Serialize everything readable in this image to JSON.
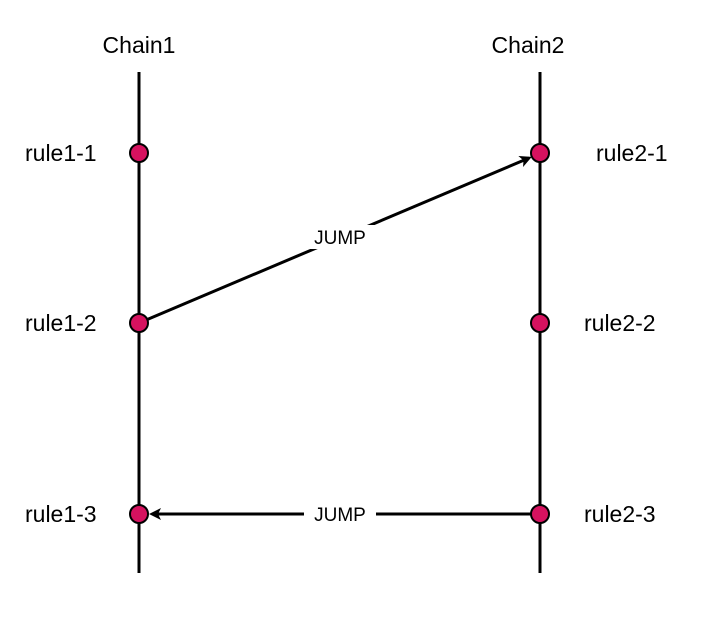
{
  "diagram": {
    "chains": [
      {
        "name": "Chain1",
        "rules": [
          "rule1-1",
          "rule1-2",
          "rule1-3"
        ]
      },
      {
        "name": "Chain2",
        "rules": [
          "rule2-1",
          "rule2-2",
          "rule2-3"
        ]
      }
    ],
    "jumps": [
      {
        "label": "JUMP",
        "from": "rule1-2",
        "to": "rule2-1"
      },
      {
        "label": "JUMP",
        "from": "rule2-3",
        "to": "rule1-3"
      }
    ],
    "colors": {
      "line": "#000000",
      "node_fill": "#d6125f",
      "node_stroke": "#000000",
      "background": "#ffffff"
    }
  }
}
